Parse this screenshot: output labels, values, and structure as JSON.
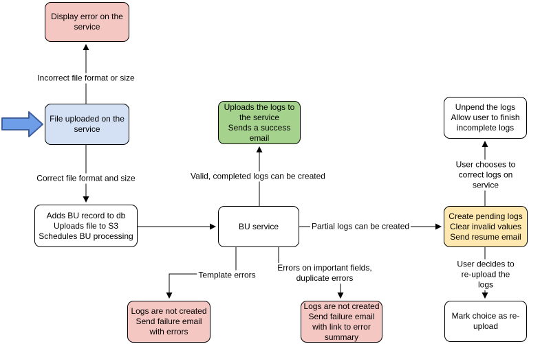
{
  "colors": {
    "pink": "#f4c7c3",
    "blue": "#d4e1f5",
    "green": "#a5d28c",
    "yellow": "#ffe9b1",
    "arrowfill": "#6f9ee8",
    "arrowstroke": "#3f5e9e"
  },
  "nodes": {
    "display_error": "Display error on the\nservice",
    "file_uploaded": "File uploaded on the\nservice",
    "adds_bu_record": "Adds BU record to db\nUploads file to S3\nSchedules BU processing",
    "bu_service": "BU service",
    "uploads_logs_success": "Uploads the logs to\nthe service\nSends a success\nemail",
    "create_pending_logs": "Create pending logs\nClear invalid values\nSend resume email",
    "unpend_logs": "Unpend the logs\nAllow user to finish\nincomplete logs",
    "mark_reupload": "Mark choice as re-\nupload",
    "logs_not_created_errors": "Logs are not created\nSend failure email\nwith errors",
    "logs_not_created_summary": "Logs are not created\nSend failure email\nwith link to error\nsummary"
  },
  "edge_labels": {
    "incorrect_format": "Incorrect file format or size",
    "correct_format": "Correct file format and size",
    "valid_logs": "Valid, completed logs can be created",
    "partial_logs": "Partial logs can be created",
    "template_errors": "Template errors",
    "field_errors": "Errors on important fields,\nduplicate errors",
    "user_corrects": "User chooses to correct logs on service",
    "user_reuploads": "User decides to re-upload the logs"
  }
}
